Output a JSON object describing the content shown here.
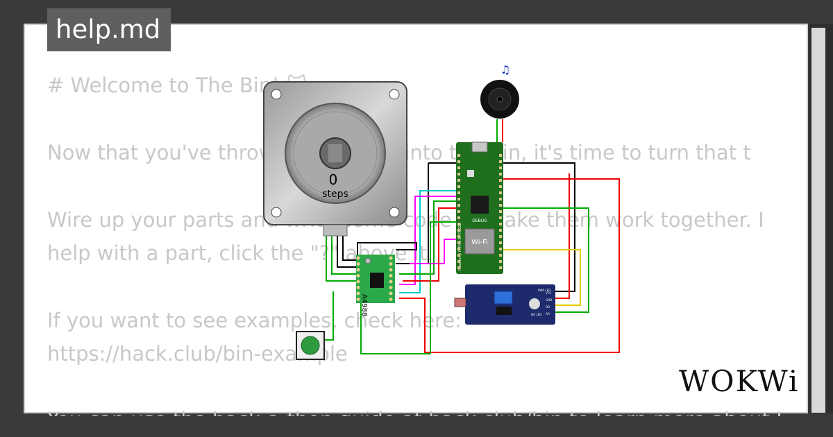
{
  "tab": {
    "title": "help.md"
  },
  "doc": {
    "lines": [
      "# Welcome to The Bin! 🐱",
      "Now that you've thrown your parts into the Bin, it's time to turn that t",
      "Wire up your parts and write some code to make them work together. I",
      "help with a part, click the \"?\" above it.",
      "If you want to see examples, check here:",
      "https://hack.club/bin-example",
      "You can use the hack-a-thon guide at hack.club/bin to learn more about Hack Club"
    ]
  },
  "stepper": {
    "count": "0",
    "unit": "steps"
  },
  "buzzer": {
    "icon": "music-note-icon"
  },
  "pico": {
    "debug_label": "DEBUG",
    "wifi_label": "Wi-Fi",
    "board_text": "Raspberry Pi Pico W ©2022"
  },
  "driver": {
    "label": "A4988"
  },
  "sensor": {
    "pins": [
      "VCC",
      "GND",
      "DO",
      "AO"
    ],
    "led1": "PWR LED",
    "led2": "DO LED"
  },
  "brand": {
    "logo": "WOKWi"
  },
  "colors": {
    "panel": "#ffffff",
    "frame": "#3a3a3a",
    "pico_green": "#1f6f1f",
    "driver_green": "#2aa84a",
    "sensor_blue": "#1d2a6b",
    "button_green": "#2e9b3e"
  }
}
